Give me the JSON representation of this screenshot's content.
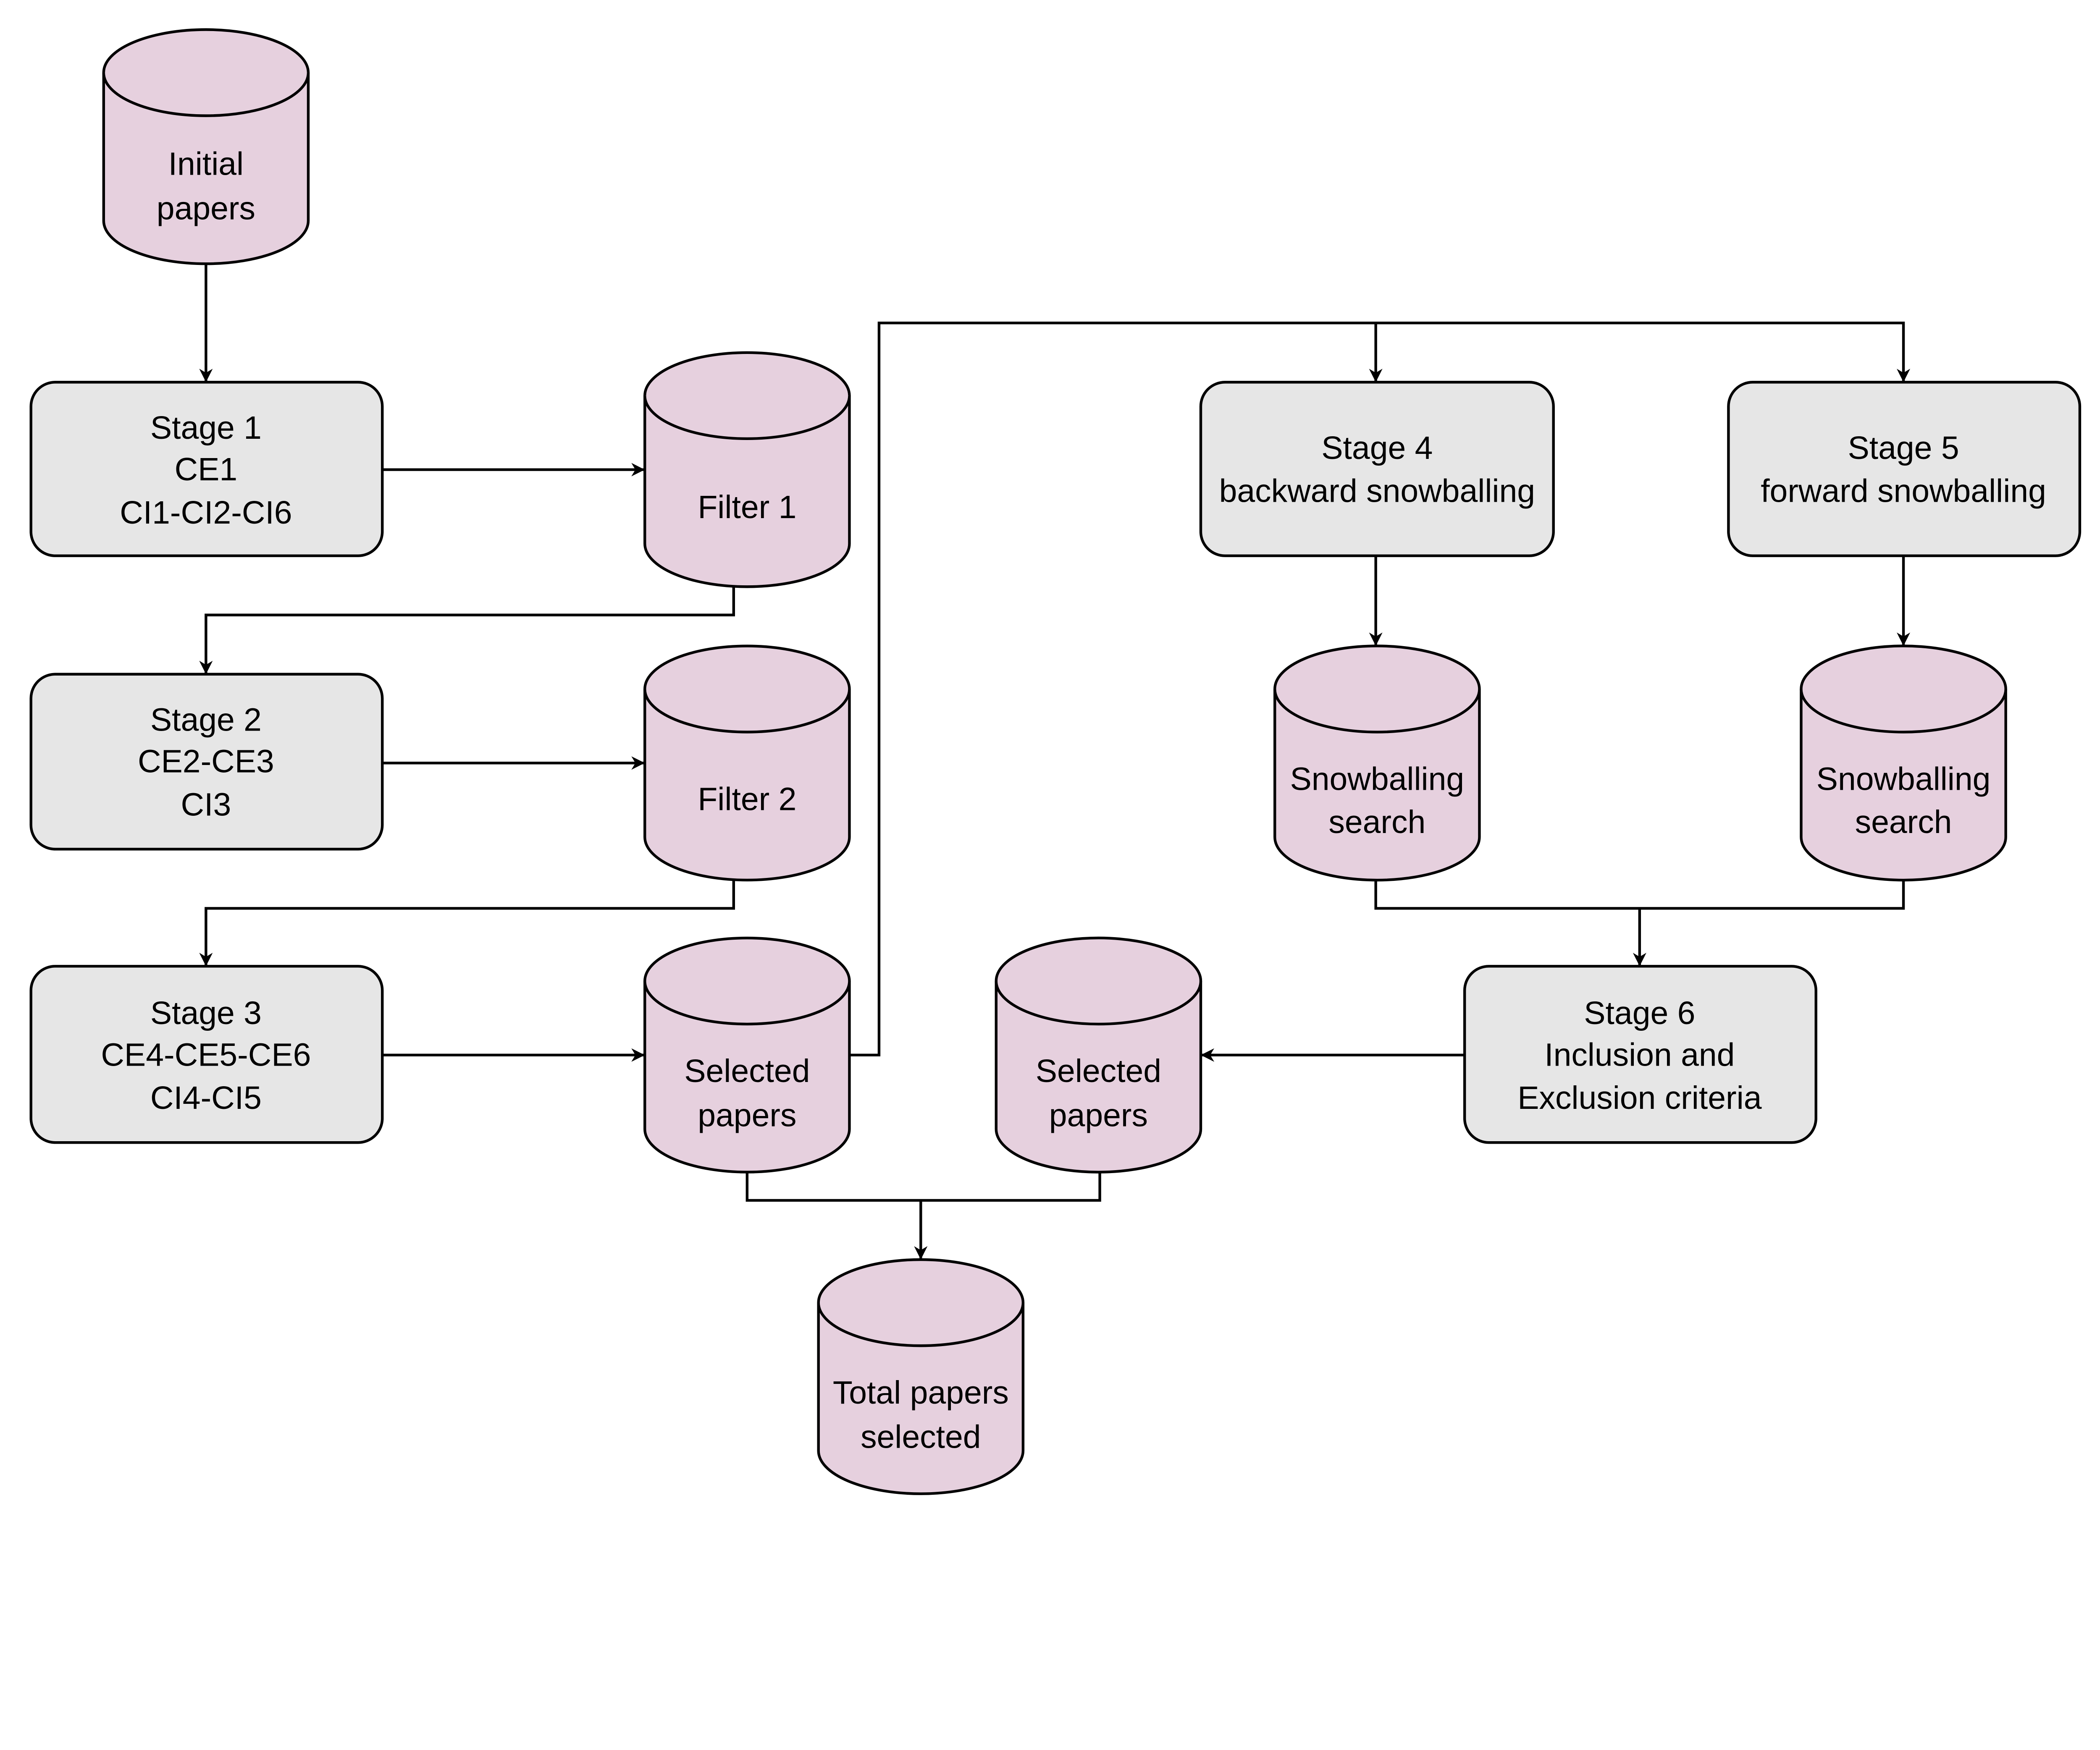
{
  "colors": {
    "stage_fill": "#e6e6e6",
    "data_fill": "#e6d0de",
    "stroke": "#000000"
  },
  "nodes": {
    "initial": [
      "Initial",
      "papers"
    ],
    "stage1": [
      "Stage 1",
      "CE1",
      "CI1-CI2-CI6"
    ],
    "filter1": [
      "Filter 1"
    ],
    "stage2": [
      "Stage 2",
      "CE2-CE3",
      "CI3"
    ],
    "filter2": [
      "Filter 2"
    ],
    "stage3": [
      "Stage 3",
      "CE4-CE5-CE6",
      "CI4-CI5"
    ],
    "selected1": [
      "Selected",
      "papers"
    ],
    "stage4": [
      "Stage 4",
      "backward snowballing"
    ],
    "stage5": [
      "Stage 5",
      "forward snowballing"
    ],
    "snow1": [
      "Snowballing",
      "search"
    ],
    "snow2": [
      "Snowballing",
      "search"
    ],
    "stage6": [
      "Stage 6",
      "Inclusion and",
      "Exclusion criteria"
    ],
    "selected2": [
      "Selected",
      "papers"
    ],
    "total": [
      "Total papers",
      "selected"
    ]
  }
}
